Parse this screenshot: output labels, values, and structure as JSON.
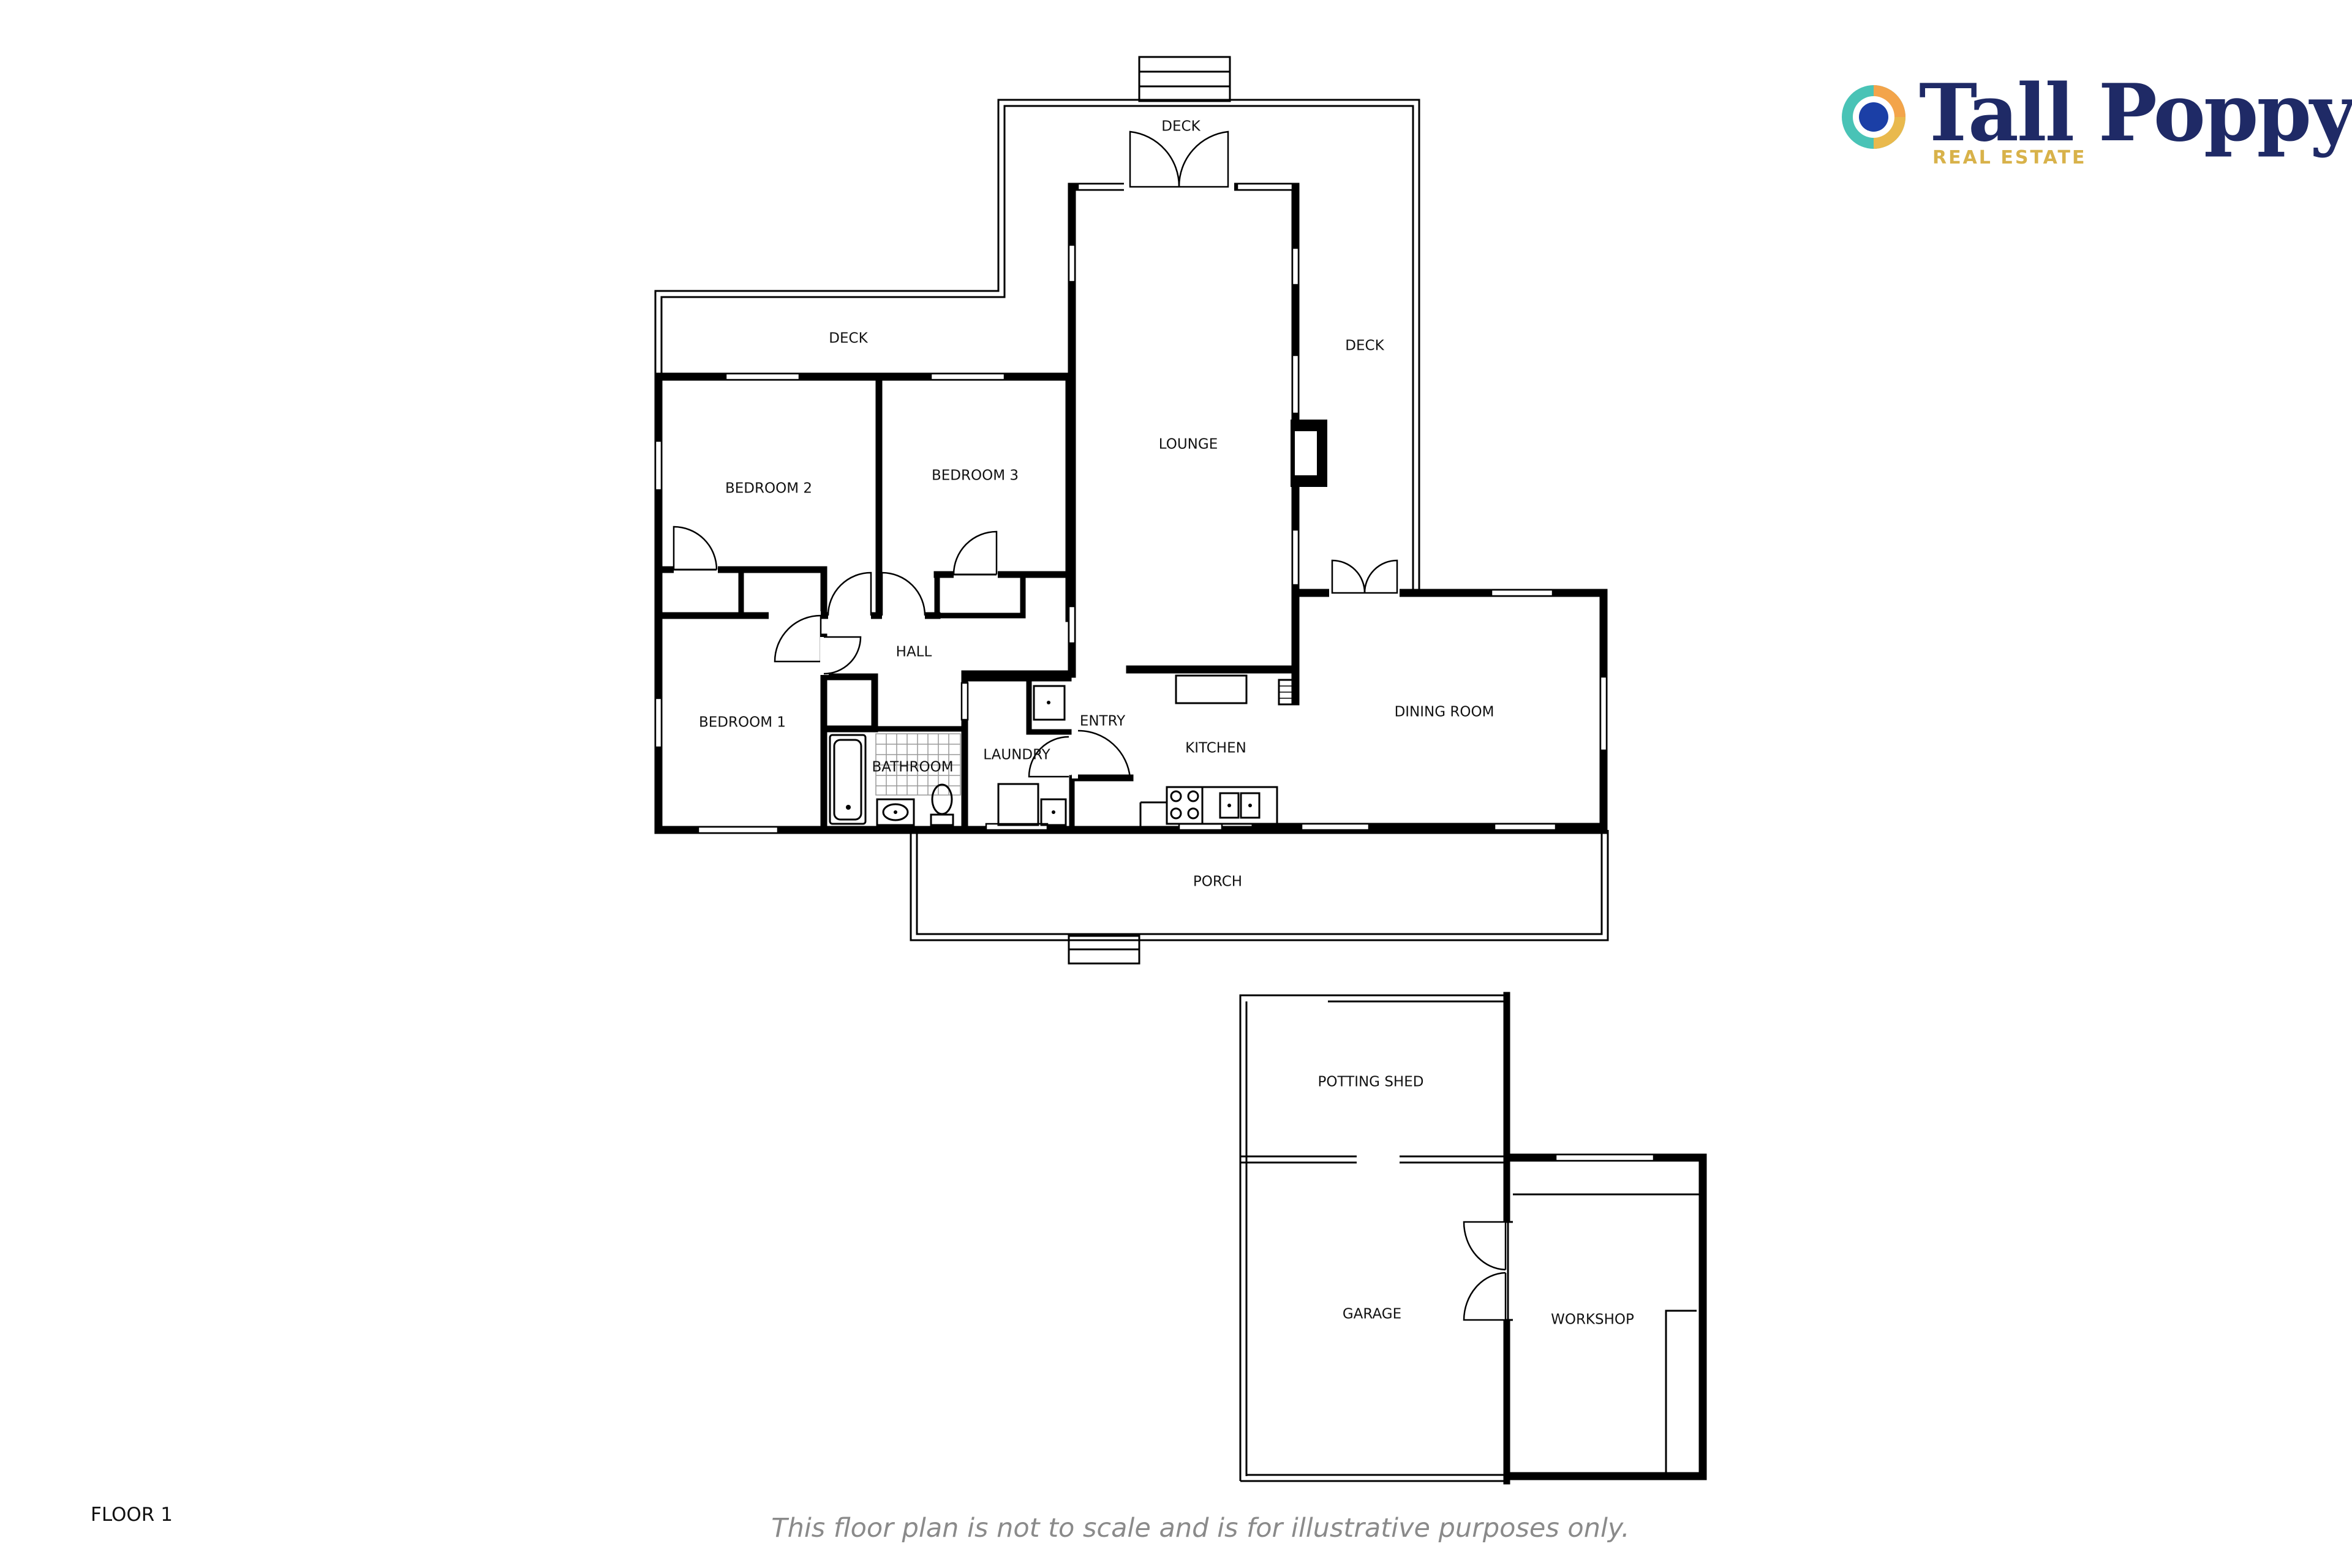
{
  "brand": {
    "name": "Tall Poppy",
    "tagline": "REAL ESTATE",
    "colors": {
      "navy": "#1f2a66",
      "gold": "#d8b24a",
      "teal": "#49c3b6",
      "orange": "#f3a44a",
      "blue": "#1b3fa6"
    }
  },
  "floor_label": "FLOOR 1",
  "disclaimer": "This floor plan is not to scale and is for illustrative purposes only.",
  "rooms": {
    "deck_top": "DECK",
    "deck_left": "DECK",
    "deck_right": "DECK",
    "lounge": "LOUNGE",
    "bedroom_2": "BEDROOM 2",
    "bedroom_3": "BEDROOM 3",
    "hall": "HALL",
    "bedroom_1": "BEDROOM 1",
    "bathroom": "BATHROOM",
    "laundry": "LAUNDRY",
    "entry": "ENTRY",
    "kitchen": "KITCHEN",
    "dining_room": "DINING ROOM",
    "porch": "PORCH",
    "potting_shed": "POTTING SHED",
    "garage": "GARAGE",
    "workshop": "WORKSHOP"
  }
}
